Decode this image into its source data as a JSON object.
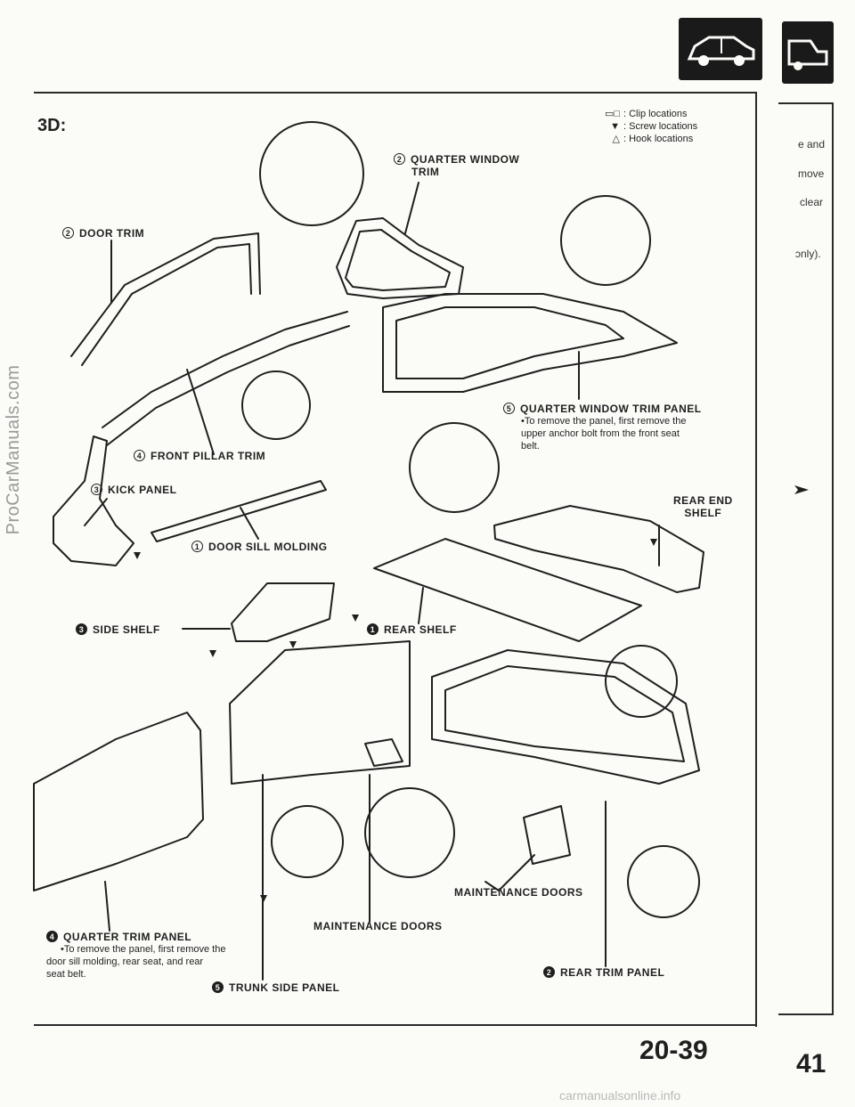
{
  "heading": "3D:",
  "legend": [
    {
      "symbol": "▭□",
      "text": ": Clip locations"
    },
    {
      "symbol": "▼",
      "text": ": Screw locations"
    },
    {
      "symbol": "△",
      "text": ": Hook locations"
    }
  ],
  "parts": {
    "quarter_window_trim": {
      "num": "2",
      "line1": "QUARTER WINDOW",
      "line2": "TRIM"
    },
    "door_trim": {
      "num": "2",
      "text": "DOOR TRIM"
    },
    "quarter_window_trim_panel": {
      "num": "5",
      "text": "QUARTER WINDOW TRIM PANEL",
      "note": [
        "•To remove the panel, first remove the",
        "upper anchor bolt from the front seat",
        "belt."
      ]
    },
    "front_pillar_trim": {
      "num": "4",
      "text": "FRONT PILLAR TRIM"
    },
    "kick_panel": {
      "num": "3",
      "text": "KICK PANEL"
    },
    "door_sill_molding": {
      "num": "1",
      "text": "DOOR SILL MOLDING"
    },
    "rear_end_shelf": {
      "line1": "REAR END",
      "line2": "SHELF"
    },
    "side_shelf": {
      "num": "3",
      "text": "SIDE SHELF"
    },
    "rear_shelf": {
      "num": "1",
      "text": "REAR SHELF"
    },
    "maintenance_doors_right": {
      "text": "MAINTENANCE DOORS"
    },
    "maintenance_doors_center": {
      "text": "MAINTENANCE DOORS"
    },
    "quarter_trim_panel": {
      "num": "4",
      "text": "QUARTER TRIM PANEL",
      "note": [
        "•To remove the panel, first remove the",
        "door sill molding, rear seat, and rear",
        "seat belt."
      ]
    },
    "rear_trim_panel": {
      "num": "2",
      "text": "REAR TRIM PANEL"
    },
    "trunk_side_panel": {
      "num": "5",
      "text": "TRUNK SIDE PANEL"
    }
  },
  "side_fragments": [
    "e and",
    "move",
    "clear",
    "ɔnly)."
  ],
  "page_number": "20-39",
  "page_number_side": "41",
  "watermark": "ProCarManuals.com",
  "watermark_bottom": "carmanualsonline.info"
}
